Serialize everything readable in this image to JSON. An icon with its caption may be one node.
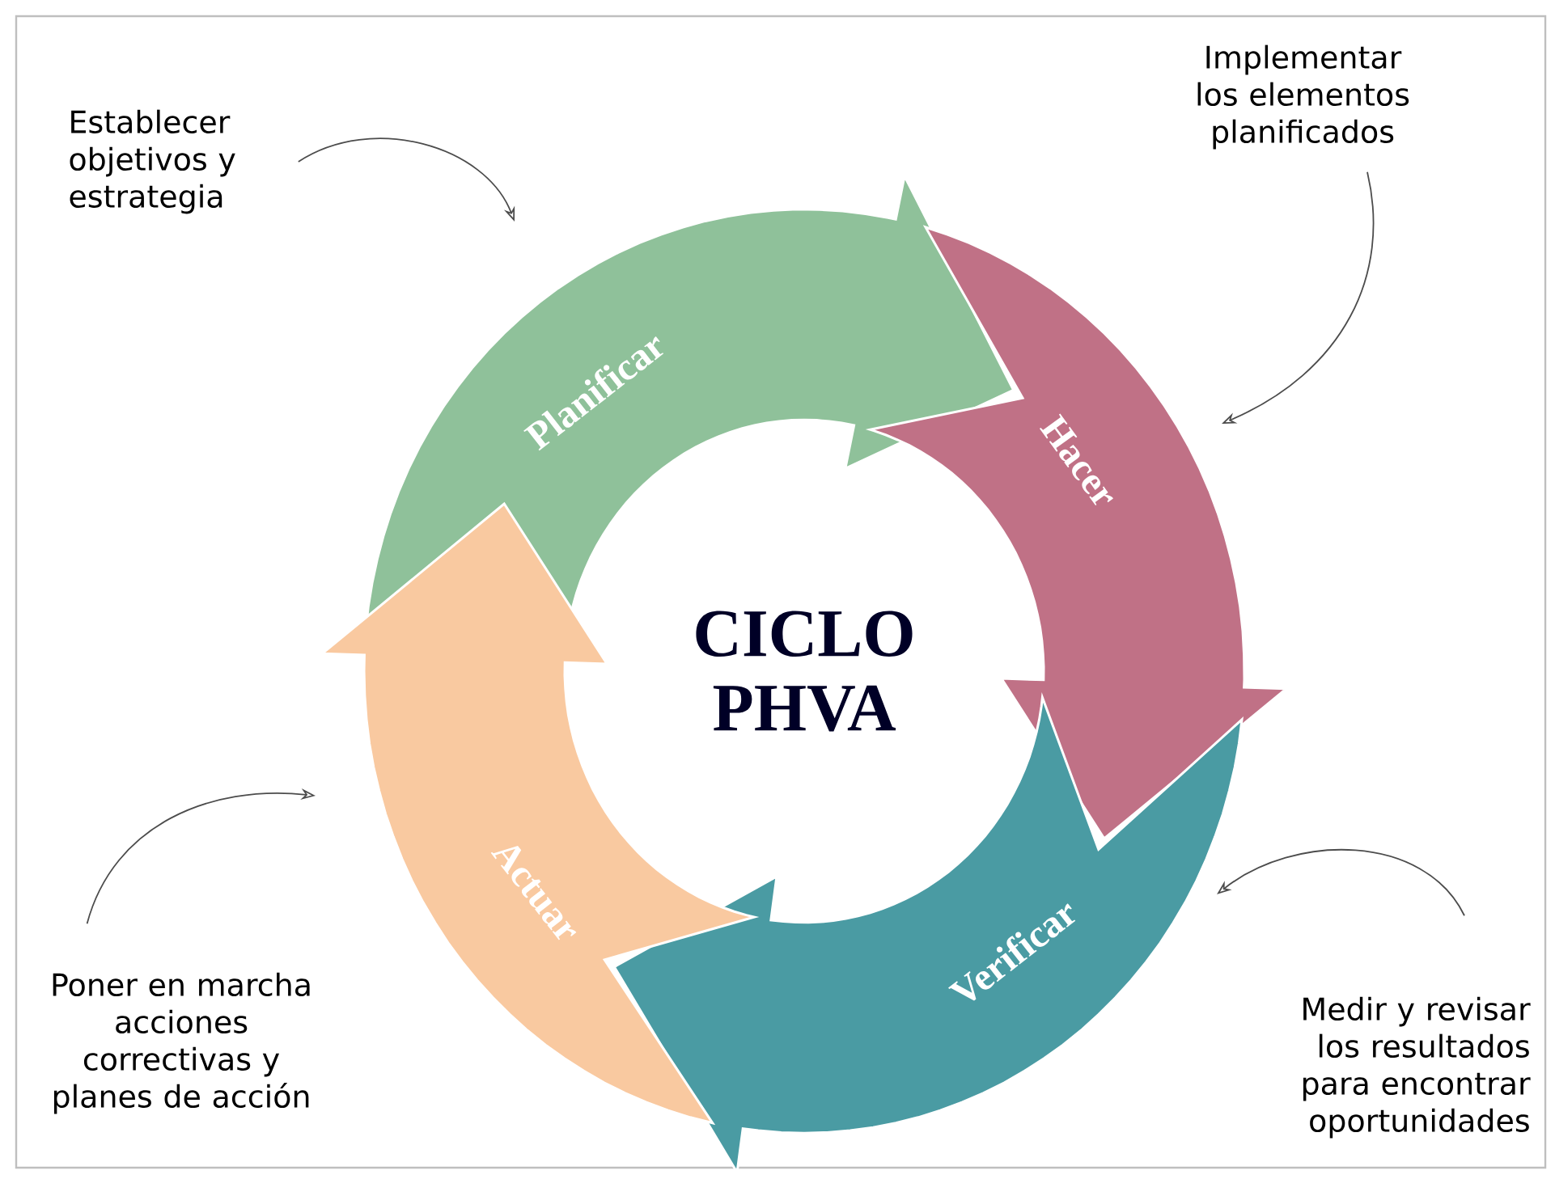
{
  "diagram": {
    "title": "CICLO PHVA",
    "nodes": [
      {
        "text": [
          "Establecer objetivos y estrategia"
        ]
      },
      {
        "text": [
          "Planificar"
        ]
      },
      {
        "text": [
          "Implementar los elementos planificados"
        ]
      },
      {
        "text": [
          "Hacer"
        ]
      },
      {
        "text": [
          "Actuar"
        ]
      },
      {
        "text": [
          "Verificar"
        ]
      },
      {
        "text": [
          "Poner en marcha acciones correctivas y planes de acción"
        ]
      },
      {
        "text": [
          "Medir y revisar los resultados para encontrar oportunidades"
        ]
      }
    ],
    "edges": [
      {
        "from": 0,
        "to": 1,
        "arrow": "to"
      },
      {
        "from": 2,
        "to": 3,
        "arrow": "to"
      },
      {
        "from": 7,
        "to": 5,
        "arrow": "to"
      },
      {
        "from": 6,
        "to": 4,
        "arrow": "to"
      }
    ]
  }
}
